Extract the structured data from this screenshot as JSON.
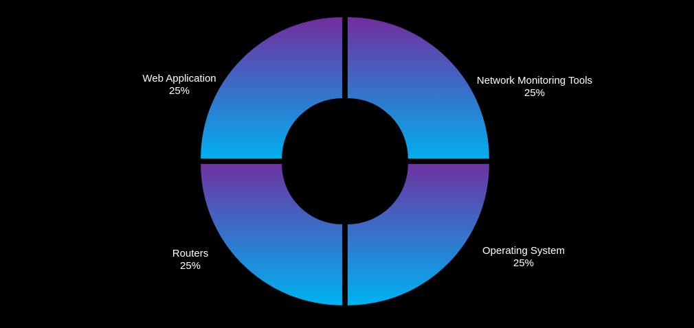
{
  "chart_data": {
    "type": "pie",
    "title": "",
    "categories": [
      "Network Monitoring Tools",
      "Operating System",
      "Routers",
      "Web Application"
    ],
    "values": [
      25,
      25,
      25,
      25
    ],
    "value_labels": [
      "25%",
      "25%",
      "25%",
      "25%"
    ],
    "donut": true,
    "legend": "none",
    "background_color": "#000000",
    "label_color": "#ffffff",
    "gradient": {
      "top": "#7030a0",
      "bottom": "#00b0f0"
    }
  }
}
